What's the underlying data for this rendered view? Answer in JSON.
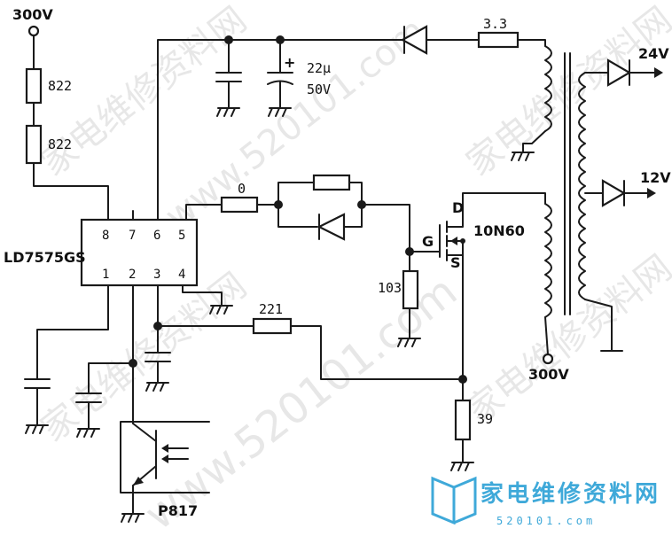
{
  "supply": {
    "top_voltage": "300V",
    "bottom_voltage": "300V"
  },
  "resistors": {
    "r1": "822",
    "r2": "822",
    "gate": "0",
    "gate_pulldown": "103",
    "fb": "221",
    "sense": "39",
    "secondary": "3.3"
  },
  "capacitor": {
    "value": "22μ",
    "voltage": "50V"
  },
  "ic": {
    "name": "LD7575GS",
    "pins_top": [
      "8",
      "7",
      "6",
      "5"
    ],
    "pins_bottom": [
      "1",
      "2",
      "3",
      "4"
    ]
  },
  "mosfet": {
    "name": "10N60",
    "gate": "G",
    "drain": "D",
    "source": "S"
  },
  "optocoupler": {
    "name": "P817"
  },
  "outputs": {
    "high": "24V",
    "low": "12V"
  },
  "watermark": {
    "site_cn": "家电维修资料网",
    "url": "www.520101.com",
    "logo_cn": "家电维修资料网",
    "logo_url": "520101.com"
  },
  "colors": {
    "ink": "#1a1a1a",
    "logo": "#3fa9d9",
    "watermark": "#bcbcbc"
  }
}
